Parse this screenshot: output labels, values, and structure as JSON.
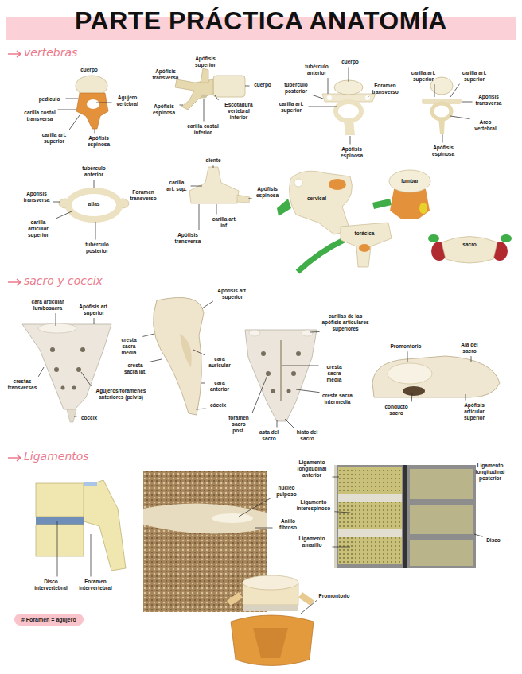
{
  "diagram": {
    "title": "PARTE PRÁCTICA ANATOMÍA",
    "nodes": [
      {
        "text": [
          "# Foramen = agujero"
        ]
      }
    ],
    "labels": [
      "vertebras",
      "cuerpo",
      "pedículo",
      "carilla costal transversa",
      "Agujero vertebral",
      "carilla art. superior",
      "Apófisis espinosa",
      "Apófisis superior",
      "Apófisis transversa",
      "cuerpo",
      "Apófisis espinosa",
      "Escotadura vertebral inferior",
      "carilla costal inferior",
      "tubérculo anterior",
      "cuerpo",
      "tubérculo posterior",
      "Foramen transverso",
      "carilla art. superior",
      "Apófisis espinosa",
      "carilla art. superior",
      "carilla art. superior",
      "Apófisis transversa",
      "Arco vertebral",
      "Apófisis espinosa",
      "tubérculo anterior",
      "atlas",
      "Apófisis transversa",
      "Foramen transverso",
      "carilla articular superior",
      "tubérculo posterior",
      "diente",
      "carilla art. sup.",
      "Apófisis espinosa",
      "carilla art. inf.",
      "Apófisis transversa",
      "cervical",
      "lumbar",
      "torácica",
      "sacro",
      "sacro y coccix",
      "cara articular lumbosacra",
      "Apófisis art. superior",
      "crestas transversas",
      "Agujeros/forámenes anteriores (pelvis)",
      "cóccix",
      "Apófisis art. superior",
      "cresta sacra media",
      "cresta sacra lat.",
      "cara auricular",
      "cara anterior",
      "cóccix",
      "carillas de las apófisis articulares superiores",
      "cresta sacra media",
      "cresta sacra intermedia",
      "foramen sacro post.",
      "asta del sacro",
      "hiato del sacro",
      "Promontorio",
      "Ala del sacro",
      "conducto sacro",
      "Apófisis articular superior",
      "Ligamentos",
      "Disco intervertebral",
      "Foramen intervertebral",
      "Ligamento longitudinal anterior",
      "Ligamento longitudinal posterior",
      "núcleo pulposo",
      "Ligamento interespinoso",
      "Anillo fibroso",
      "Ligamento amarillo",
      "Disco",
      "Promontorio"
    ]
  }
}
